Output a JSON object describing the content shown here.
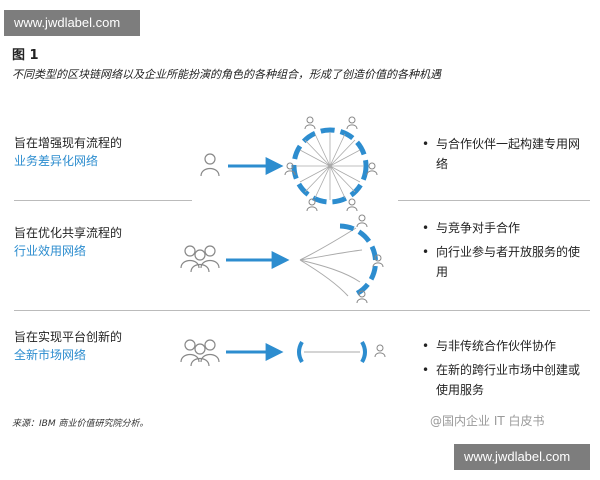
{
  "watermark": "www.jwdlabel.com",
  "figure_label": "图 1",
  "caption": "不同类型的区块链网络以及企业所能扮演的角色的各种组合，形成了创造价值的各种机遇",
  "rows": [
    {
      "title": "旨在增强现有流程的",
      "subtitle": "业务差异化网络",
      "bullets": [
        "与合作伙伴一起构建专用网络"
      ]
    },
    {
      "title": "旨在优化共享流程的",
      "subtitle": "行业效用网络",
      "bullets": [
        "与竞争对手合作",
        "向行业参与者开放服务的使用"
      ]
    },
    {
      "title": "旨在实现平台创新的",
      "subtitle": "全新市场网络",
      "bullets": [
        "与非传统合作伙伴协作",
        "在新的跨行业市场中创建或使用服务"
      ]
    }
  ],
  "bullet_symbol": "•",
  "source": "来源：IBM 商业价值研究院分析。",
  "weibo_mark": "@国内企业 IT 白皮书",
  "icons": [
    "person-icon",
    "group-icon",
    "arrow-icon",
    "network-ring-icon"
  ],
  "colors": {
    "accent": "#2d8dcf",
    "arrow": "#2d8dcf",
    "lines": "#9a9a9a",
    "watermark_bg": "#7d7d7d"
  }
}
